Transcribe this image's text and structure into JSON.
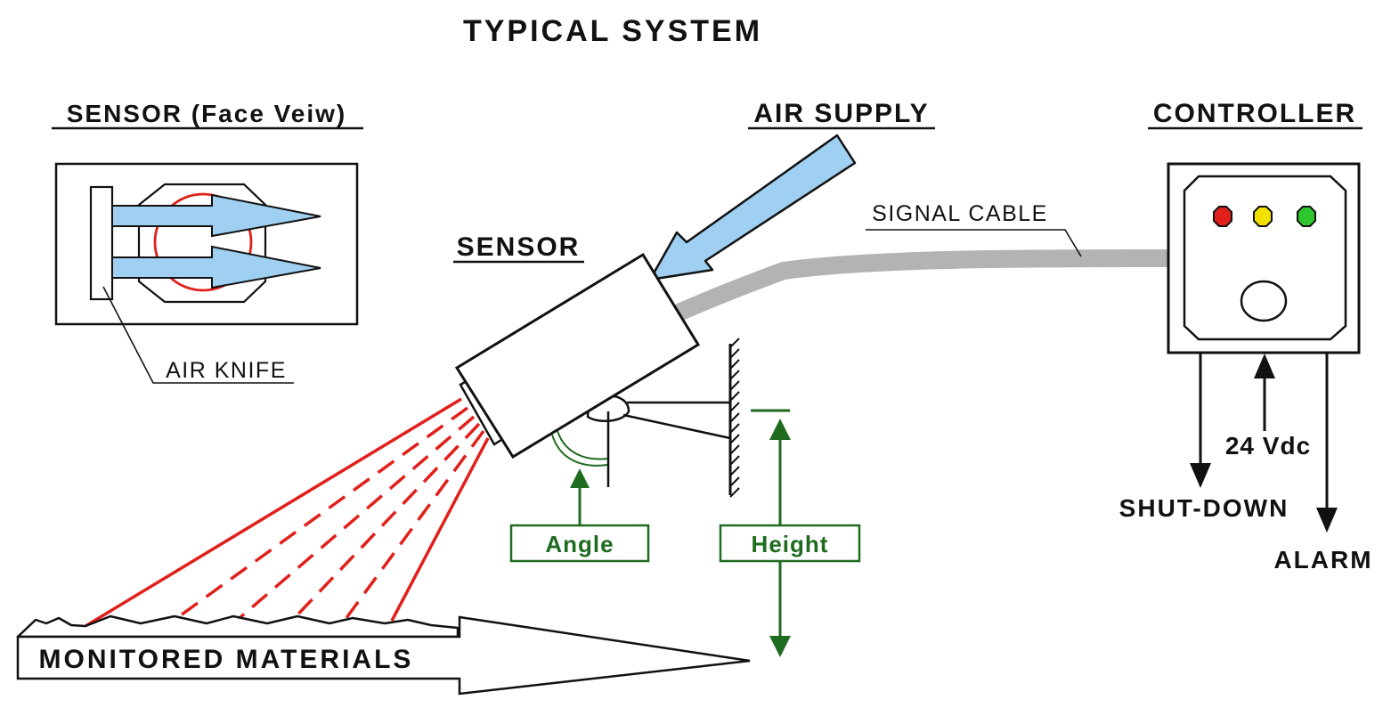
{
  "title": "TYPICAL SYSTEM",
  "labels": {
    "sensor_face_view": "SENSOR (Face Veiw)",
    "air_knife": "AIR KNIFE",
    "sensor": "SENSOR",
    "air_supply": "AIR SUPPLY",
    "signal_cable": "SIGNAL CABLE",
    "controller": "CONTROLLER",
    "angle": "Angle",
    "height": "Height",
    "monitored_materials": "MONITORED MATERIALS",
    "shut_down": "SHUT-DOWN",
    "power": "24 Vdc",
    "alarm": "ALARM"
  },
  "controller_lights": [
    {
      "name": "red-light",
      "color": "#e0201b"
    },
    {
      "name": "yellow-light",
      "color": "#f2e100"
    },
    {
      "name": "green-light",
      "color": "#2ec62e"
    }
  ],
  "colors": {
    "beam": "#e0201b",
    "air_fill": "#9fd0f2",
    "cable": "#b3b3b3",
    "dimension": "#1f6b1f",
    "outline": "#111111"
  }
}
